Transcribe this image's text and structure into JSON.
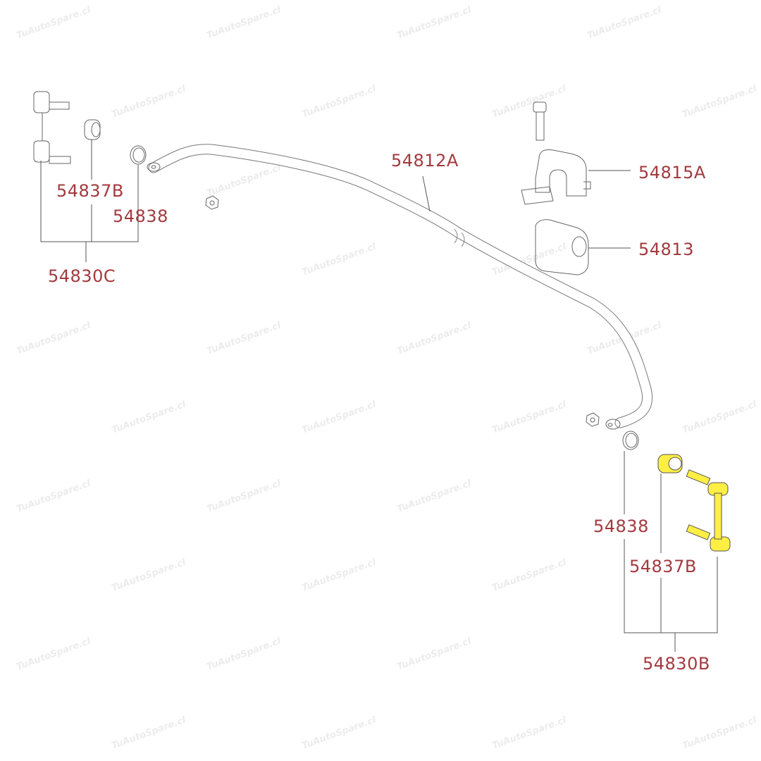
{
  "watermark": "TuAutoSpare.cl",
  "colors": {
    "label": "#a23a3e",
    "line": "#777777",
    "highlight": "#ffee44"
  },
  "labels": {
    "left_bushing": "54837B",
    "left_ring": "54838",
    "left_link": "54830C",
    "bar": "54812A",
    "bracket": "54815A",
    "bushing": "54813",
    "right_ring": "54838",
    "right_bushing": "54837B",
    "right_link": "54830B"
  }
}
